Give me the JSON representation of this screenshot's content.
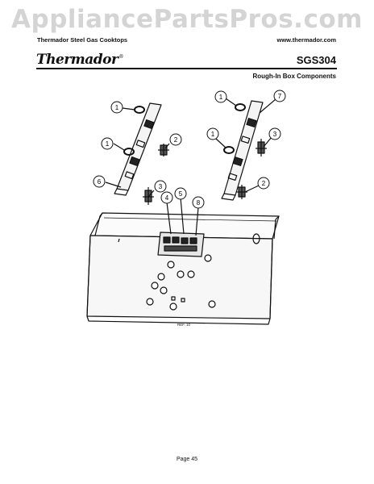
{
  "watermark": "AppliancePartsPros.com",
  "header": {
    "left": "Thermador Steel Gas Cooktops",
    "right": "www.thermador.com"
  },
  "brand": {
    "logo": "Thermador",
    "trademark": "®"
  },
  "model": "SGS304",
  "section_title": "Rough-In Box Components",
  "callouts": [
    "1",
    "1",
    "6",
    "3",
    "2",
    "4",
    "5",
    "8",
    "1",
    "7",
    "1",
    "3",
    "2"
  ],
  "box_mark": "REF. 10",
  "page": "Page 45"
}
